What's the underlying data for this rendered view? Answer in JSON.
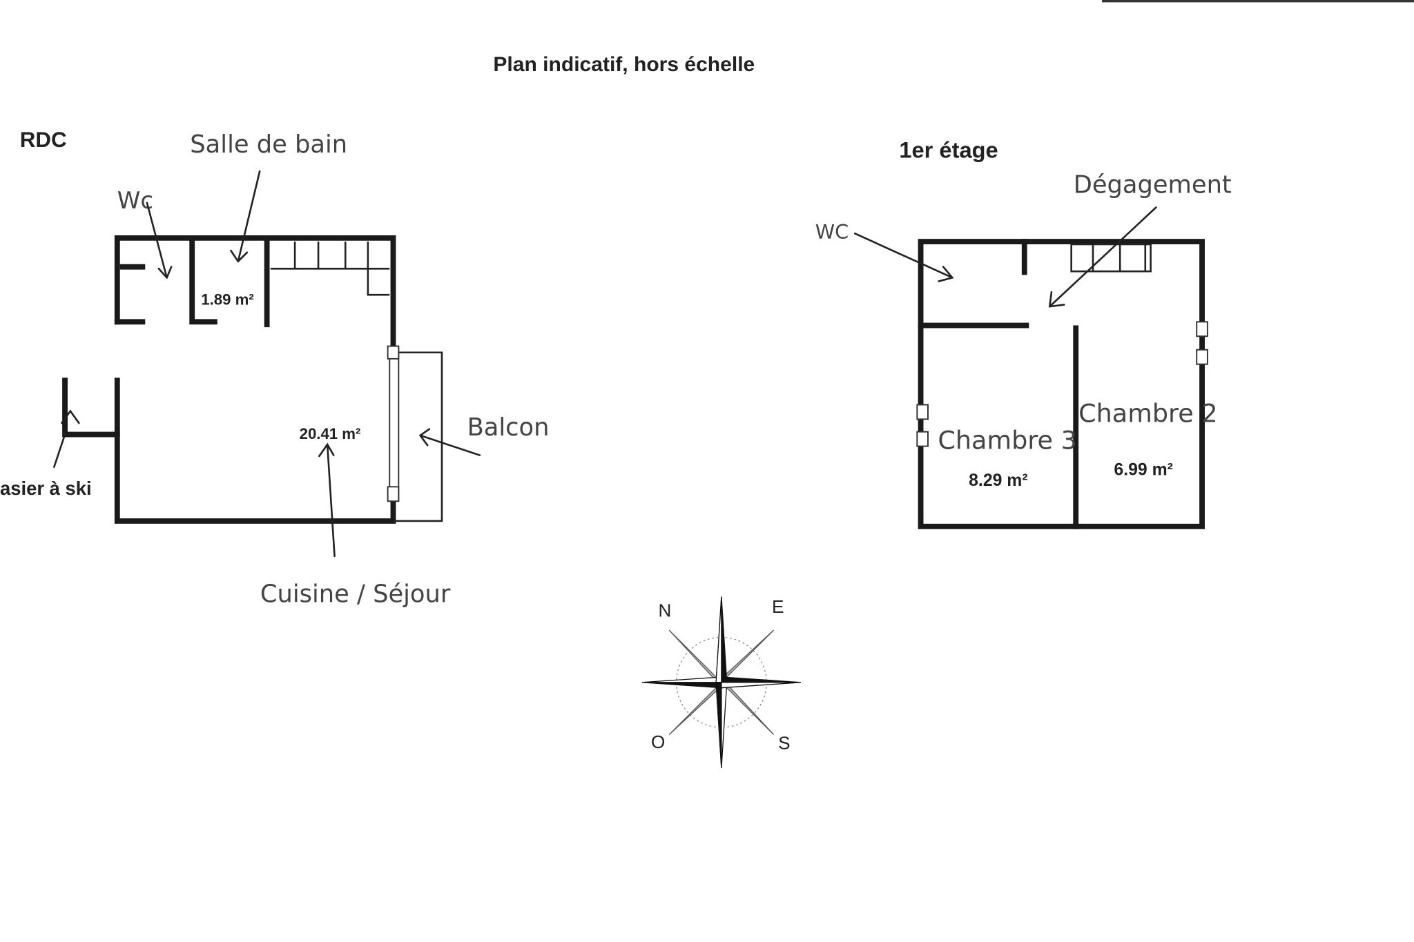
{
  "title": "Plan indicatif, hors échelle",
  "ground_floor": {
    "label": "RDC",
    "rooms": {
      "bathroom_label": "Salle de bain",
      "wc_label": "Wc",
      "bathroom_area": "1.89 m²",
      "living_area": "20.41 m²",
      "balcony_label": "Balcon",
      "ski_locker_label": "asier à ski",
      "living_label": "Cuisine / Séjour"
    }
  },
  "first_floor": {
    "label": "1er étage",
    "rooms": {
      "wc_label": "WC",
      "hallway_label": "Dégagement",
      "bedroom3_label": "Chambre 3",
      "bedroom3_area": "8.29 m²",
      "bedroom2_label": "Chambre 2",
      "bedroom2_area": "6.99 m²"
    }
  },
  "compass": {
    "north": "N",
    "east": "E",
    "south": "S",
    "west": "O"
  }
}
